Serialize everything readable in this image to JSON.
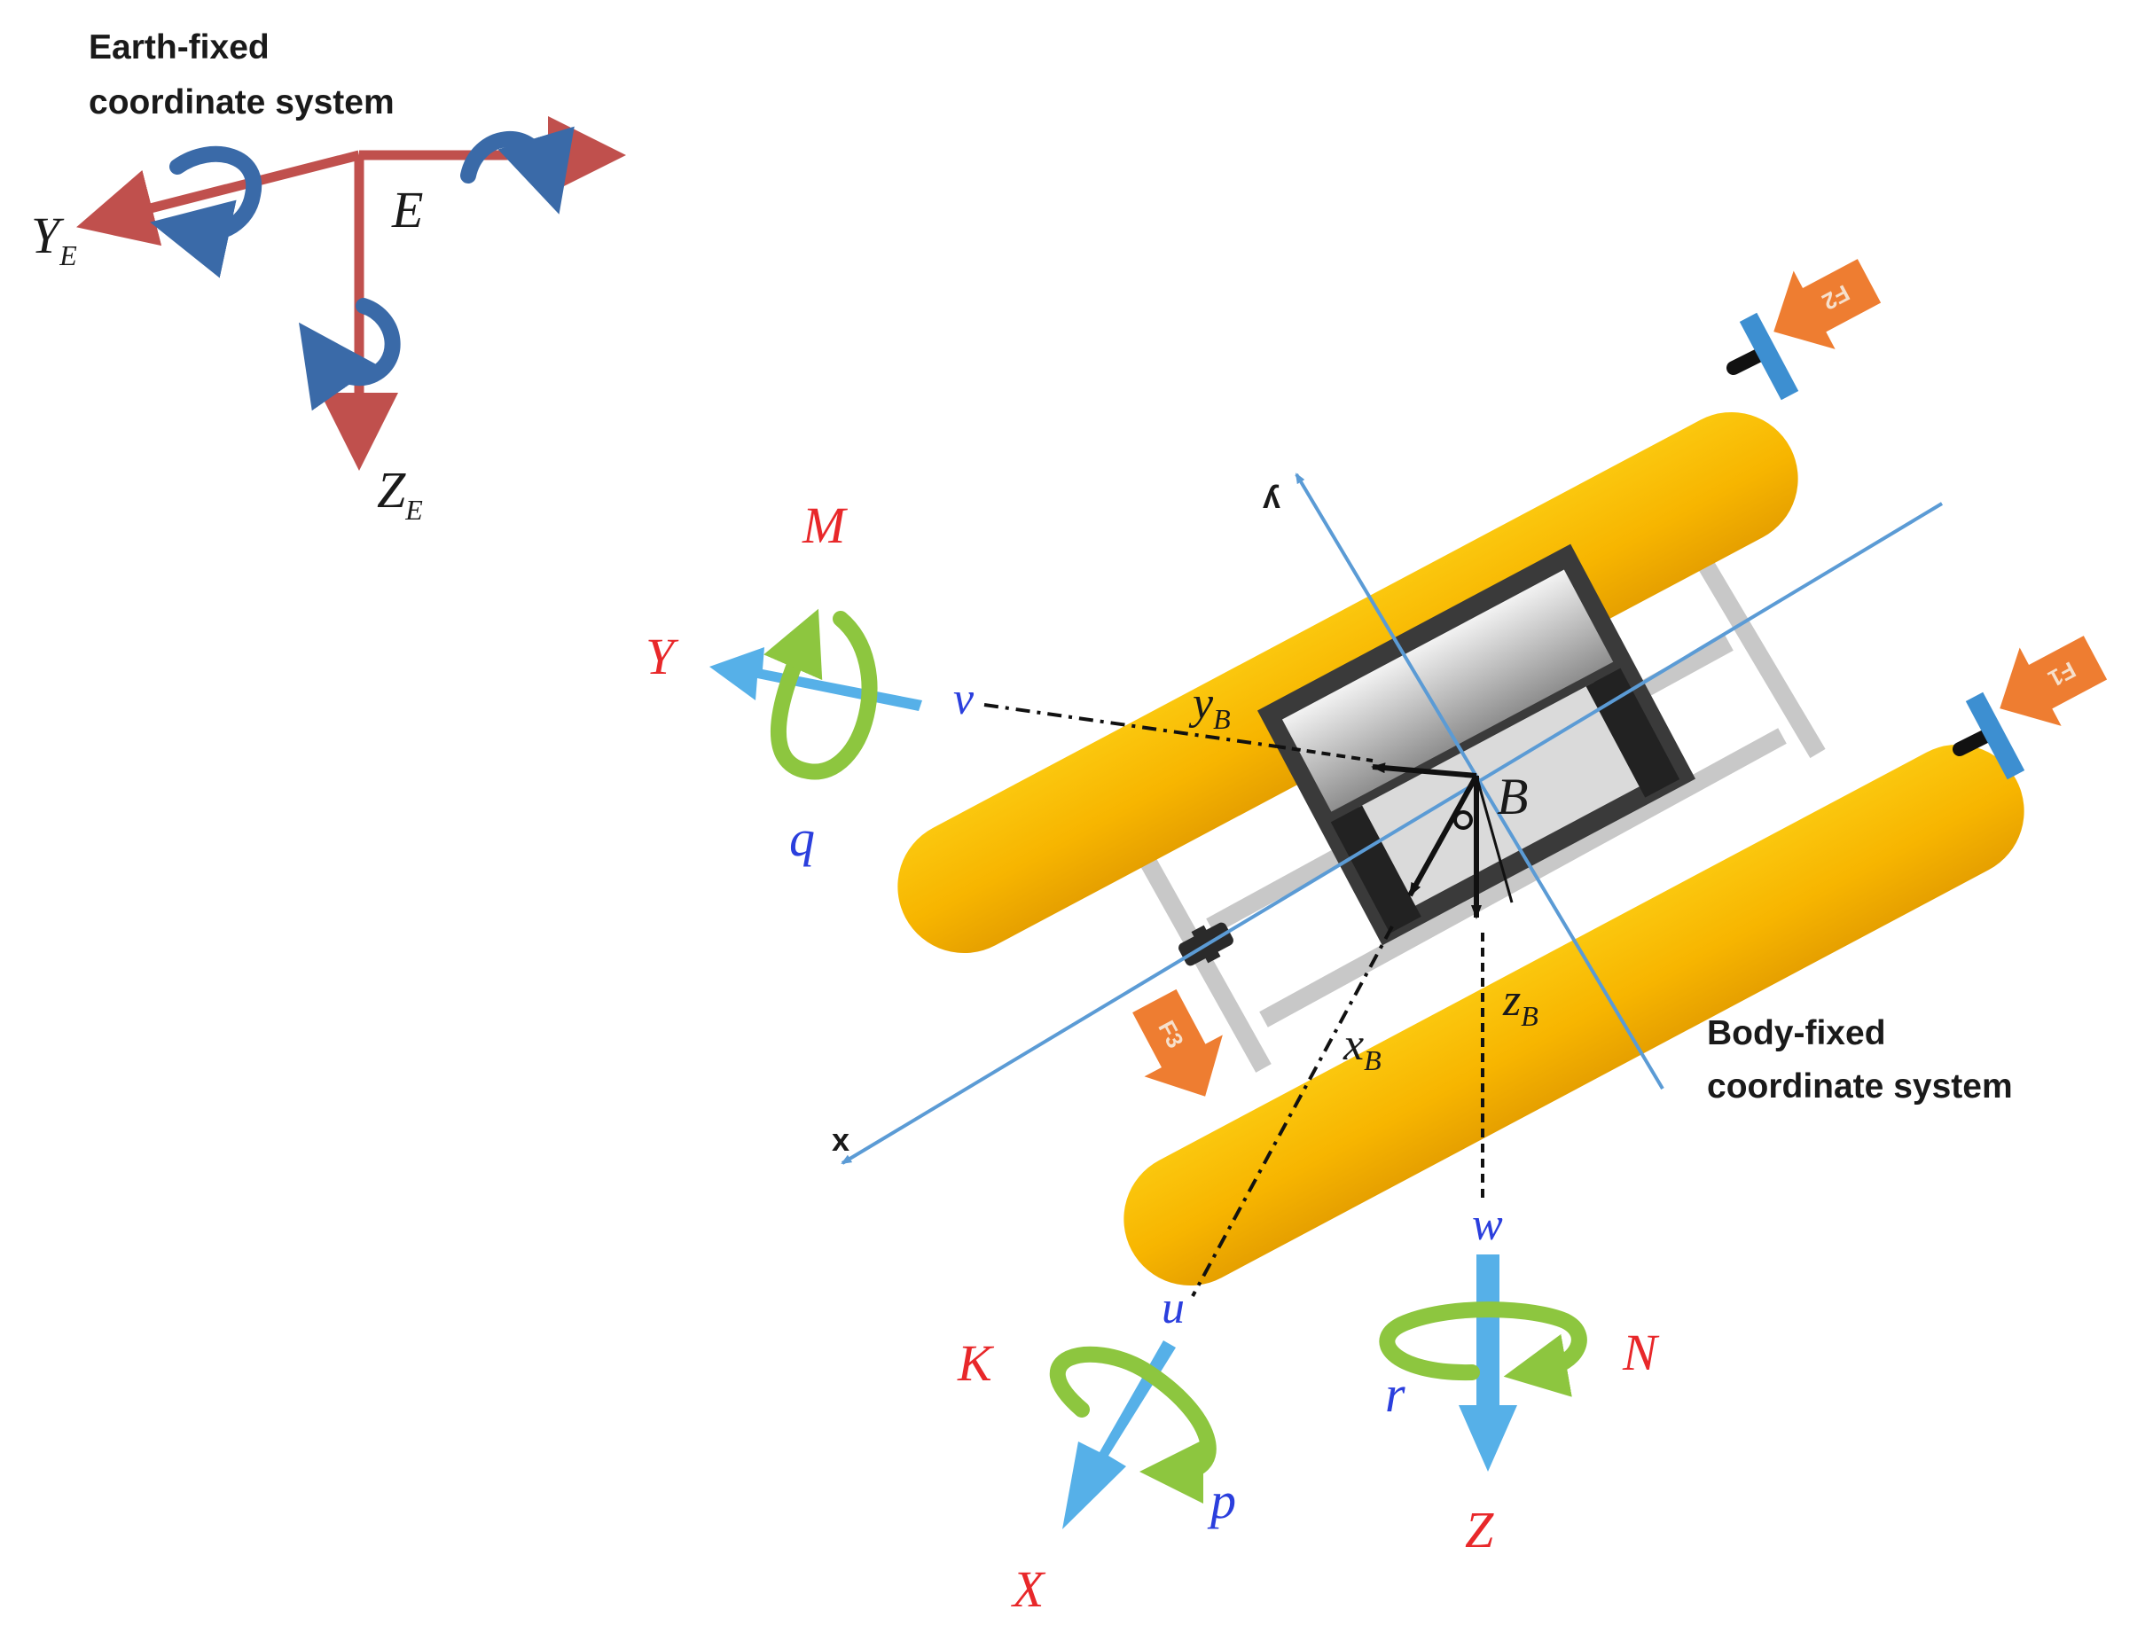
{
  "earth_frame": {
    "caption_line1": "Earth-fixed",
    "caption_line2": "coordinate system",
    "origin_label": "E",
    "y_axis": {
      "main": "Y",
      "sub": "E"
    },
    "z_axis": {
      "main": "Z",
      "sub": "E"
    }
  },
  "body_frame": {
    "caption_line1": "Body-fixed",
    "caption_line2": "coordinate system",
    "origin_label": "B",
    "hull_axis_x": "x",
    "hull_axis_y": "y",
    "xB": {
      "main": "x",
      "sub": "B"
    },
    "yB": {
      "main": "y",
      "sub": "B"
    },
    "zB": {
      "main": "z",
      "sub": "B"
    }
  },
  "forces": {
    "f1": "F1",
    "f2": "F2",
    "f3": "F3"
  },
  "dof": {
    "surge": {
      "axis": "X",
      "moment": "K",
      "velocity": "u",
      "rate": "p"
    },
    "sway": {
      "axis": "Y",
      "moment": "M",
      "velocity": "v",
      "rate": "q"
    },
    "heave": {
      "axis": "Z",
      "moment": "N",
      "velocity": "w",
      "rate": "r"
    }
  },
  "colors": {
    "earth_axis": "#c0504d",
    "rotation_arrow": "#3a6aa8",
    "hull": "#f7b500",
    "frame_bar": "#c8c8c8",
    "body_axis": "#5b9bd5",
    "dof_arrow": "#56b0e8",
    "dof_rotation": "#8dc63f",
    "thruster_force": "#ee7d31",
    "thruster": "#3d8fd1",
    "label_red": "#e8282a",
    "label_blue": "#2b3fdd"
  }
}
